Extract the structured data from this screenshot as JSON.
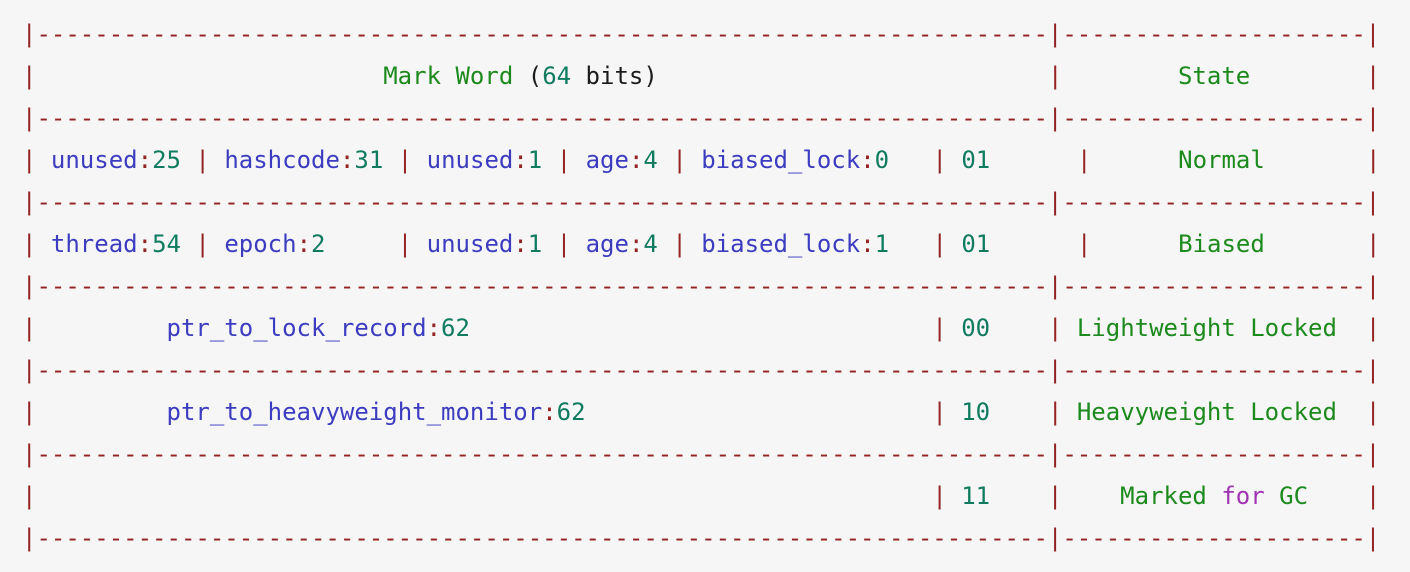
{
  "code_block": {
    "background": "#f6f6f7",
    "token_colors": {
      "p": "#942424",
      "n": "#3c3cc0",
      "m": "#0f7b5f",
      "g": "#1c8a1c",
      "k": "#a033b3",
      "d": "#1b1b1b"
    },
    "token_names": {
      "p": "token-punctuation",
      "n": "token-identifier",
      "m": "token-number",
      "g": "token-green-text",
      "k": "token-keyword",
      "d": "token-plain"
    },
    "header": {
      "mark_word_title": "Mark Word (64 bits)",
      "state_title": "State"
    },
    "states": [
      "Normal",
      "Biased",
      "Lightweight Locked",
      "Heavyweight Locked",
      "Marked for GC"
    ],
    "lines": [
      {
        "name": "divider-line",
        "segments": [
          {
            "c": "p",
            "t": "|----------------------------------------------------------------------|---------------------|"
          }
        ]
      },
      {
        "name": "header-row",
        "segments": [
          {
            "c": "p",
            "t": "|"
          },
          {
            "c": "d",
            "t": "                        "
          },
          {
            "c": "g",
            "t": "Mark Word"
          },
          {
            "c": "d",
            "t": " ("
          },
          {
            "c": "m",
            "t": "64"
          },
          {
            "c": "d",
            "t": " bits)"
          },
          {
            "c": "d",
            "t": "                           "
          },
          {
            "c": "p",
            "t": "|"
          },
          {
            "c": "d",
            "t": "        "
          },
          {
            "c": "g",
            "t": "State"
          },
          {
            "c": "d",
            "t": "        "
          },
          {
            "c": "p",
            "t": "|"
          }
        ]
      },
      {
        "name": "divider-line",
        "segments": [
          {
            "c": "p",
            "t": "|----------------------------------------------------------------------|---------------------|"
          }
        ]
      },
      {
        "name": "row-normal",
        "segments": [
          {
            "c": "p",
            "t": "|"
          },
          {
            "c": "d",
            "t": " "
          },
          {
            "c": "n",
            "t": "unused"
          },
          {
            "c": "p",
            "t": ":"
          },
          {
            "c": "m",
            "t": "25"
          },
          {
            "c": "d",
            "t": " "
          },
          {
            "c": "p",
            "t": "|"
          },
          {
            "c": "d",
            "t": " "
          },
          {
            "c": "n",
            "t": "hashcode"
          },
          {
            "c": "p",
            "t": ":"
          },
          {
            "c": "m",
            "t": "31"
          },
          {
            "c": "d",
            "t": " "
          },
          {
            "c": "p",
            "t": "|"
          },
          {
            "c": "d",
            "t": " "
          },
          {
            "c": "n",
            "t": "unused"
          },
          {
            "c": "p",
            "t": ":"
          },
          {
            "c": "m",
            "t": "1"
          },
          {
            "c": "d",
            "t": " "
          },
          {
            "c": "p",
            "t": "|"
          },
          {
            "c": "d",
            "t": " "
          },
          {
            "c": "n",
            "t": "age"
          },
          {
            "c": "p",
            "t": ":"
          },
          {
            "c": "m",
            "t": "4"
          },
          {
            "c": "d",
            "t": " "
          },
          {
            "c": "p",
            "t": "|"
          },
          {
            "c": "d",
            "t": " "
          },
          {
            "c": "n",
            "t": "biased_lock"
          },
          {
            "c": "p",
            "t": ":"
          },
          {
            "c": "m",
            "t": "0"
          },
          {
            "c": "d",
            "t": "   "
          },
          {
            "c": "p",
            "t": "|"
          },
          {
            "c": "d",
            "t": " "
          },
          {
            "c": "m",
            "t": "01"
          },
          {
            "c": "d",
            "t": "      "
          },
          {
            "c": "p",
            "t": "|"
          },
          {
            "c": "d",
            "t": "      "
          },
          {
            "c": "g",
            "t": "Normal"
          },
          {
            "c": "d",
            "t": "       "
          },
          {
            "c": "p",
            "t": "|"
          }
        ]
      },
      {
        "name": "divider-line",
        "segments": [
          {
            "c": "p",
            "t": "|----------------------------------------------------------------------|---------------------|"
          }
        ]
      },
      {
        "name": "row-biased",
        "segments": [
          {
            "c": "p",
            "t": "|"
          },
          {
            "c": "d",
            "t": " "
          },
          {
            "c": "n",
            "t": "thread"
          },
          {
            "c": "p",
            "t": ":"
          },
          {
            "c": "m",
            "t": "54"
          },
          {
            "c": "d",
            "t": " "
          },
          {
            "c": "p",
            "t": "|"
          },
          {
            "c": "d",
            "t": " "
          },
          {
            "c": "n",
            "t": "epoch"
          },
          {
            "c": "p",
            "t": ":"
          },
          {
            "c": "m",
            "t": "2"
          },
          {
            "c": "d",
            "t": "     "
          },
          {
            "c": "p",
            "t": "|"
          },
          {
            "c": "d",
            "t": " "
          },
          {
            "c": "n",
            "t": "unused"
          },
          {
            "c": "p",
            "t": ":"
          },
          {
            "c": "m",
            "t": "1"
          },
          {
            "c": "d",
            "t": " "
          },
          {
            "c": "p",
            "t": "|"
          },
          {
            "c": "d",
            "t": " "
          },
          {
            "c": "n",
            "t": "age"
          },
          {
            "c": "p",
            "t": ":"
          },
          {
            "c": "m",
            "t": "4"
          },
          {
            "c": "d",
            "t": " "
          },
          {
            "c": "p",
            "t": "|"
          },
          {
            "c": "d",
            "t": " "
          },
          {
            "c": "n",
            "t": "biased_lock"
          },
          {
            "c": "p",
            "t": ":"
          },
          {
            "c": "m",
            "t": "1"
          },
          {
            "c": "d",
            "t": "   "
          },
          {
            "c": "p",
            "t": "|"
          },
          {
            "c": "d",
            "t": " "
          },
          {
            "c": "m",
            "t": "01"
          },
          {
            "c": "d",
            "t": "      "
          },
          {
            "c": "p",
            "t": "|"
          },
          {
            "c": "d",
            "t": "      "
          },
          {
            "c": "g",
            "t": "Biased"
          },
          {
            "c": "d",
            "t": "       "
          },
          {
            "c": "p",
            "t": "|"
          }
        ]
      },
      {
        "name": "divider-line",
        "segments": [
          {
            "c": "p",
            "t": "|----------------------------------------------------------------------|---------------------|"
          }
        ]
      },
      {
        "name": "row-lightweight-locked",
        "segments": [
          {
            "c": "p",
            "t": "|"
          },
          {
            "c": "d",
            "t": "         "
          },
          {
            "c": "n",
            "t": "ptr_to_lock_record"
          },
          {
            "c": "p",
            "t": ":"
          },
          {
            "c": "m",
            "t": "62"
          },
          {
            "c": "d",
            "t": "                                "
          },
          {
            "c": "p",
            "t": "|"
          },
          {
            "c": "d",
            "t": " "
          },
          {
            "c": "m",
            "t": "00"
          },
          {
            "c": "d",
            "t": "    "
          },
          {
            "c": "p",
            "t": "|"
          },
          {
            "c": "d",
            "t": " "
          },
          {
            "c": "g",
            "t": "Lightweight Locked"
          },
          {
            "c": "d",
            "t": "  "
          },
          {
            "c": "p",
            "t": "|"
          }
        ]
      },
      {
        "name": "divider-line",
        "segments": [
          {
            "c": "p",
            "t": "|----------------------------------------------------------------------|---------------------|"
          }
        ]
      },
      {
        "name": "row-heavyweight-locked",
        "segments": [
          {
            "c": "p",
            "t": "|"
          },
          {
            "c": "d",
            "t": "         "
          },
          {
            "c": "n",
            "t": "ptr_to_heavyweight_monitor"
          },
          {
            "c": "p",
            "t": ":"
          },
          {
            "c": "m",
            "t": "62"
          },
          {
            "c": "d",
            "t": "                        "
          },
          {
            "c": "p",
            "t": "|"
          },
          {
            "c": "d",
            "t": " "
          },
          {
            "c": "m",
            "t": "10"
          },
          {
            "c": "d",
            "t": "    "
          },
          {
            "c": "p",
            "t": "|"
          },
          {
            "c": "d",
            "t": " "
          },
          {
            "c": "g",
            "t": "Heavyweight Locked"
          },
          {
            "c": "d",
            "t": "  "
          },
          {
            "c": "p",
            "t": "|"
          }
        ]
      },
      {
        "name": "divider-line",
        "segments": [
          {
            "c": "p",
            "t": "|----------------------------------------------------------------------|---------------------|"
          }
        ]
      },
      {
        "name": "row-marked-for-gc",
        "segments": [
          {
            "c": "p",
            "t": "|"
          },
          {
            "c": "d",
            "t": "                                                              "
          },
          {
            "c": "p",
            "t": "|"
          },
          {
            "c": "d",
            "t": " "
          },
          {
            "c": "m",
            "t": "11"
          },
          {
            "c": "d",
            "t": "    "
          },
          {
            "c": "p",
            "t": "|"
          },
          {
            "c": "d",
            "t": "    "
          },
          {
            "c": "g",
            "t": "Marked"
          },
          {
            "c": "d",
            "t": " "
          },
          {
            "c": "k",
            "t": "for"
          },
          {
            "c": "d",
            "t": " "
          },
          {
            "c": "g",
            "t": "GC"
          },
          {
            "c": "d",
            "t": "    "
          },
          {
            "c": "p",
            "t": "|"
          }
        ]
      },
      {
        "name": "divider-line",
        "segments": [
          {
            "c": "p",
            "t": "|----------------------------------------------------------------------|---------------------|"
          }
        ]
      }
    ]
  }
}
